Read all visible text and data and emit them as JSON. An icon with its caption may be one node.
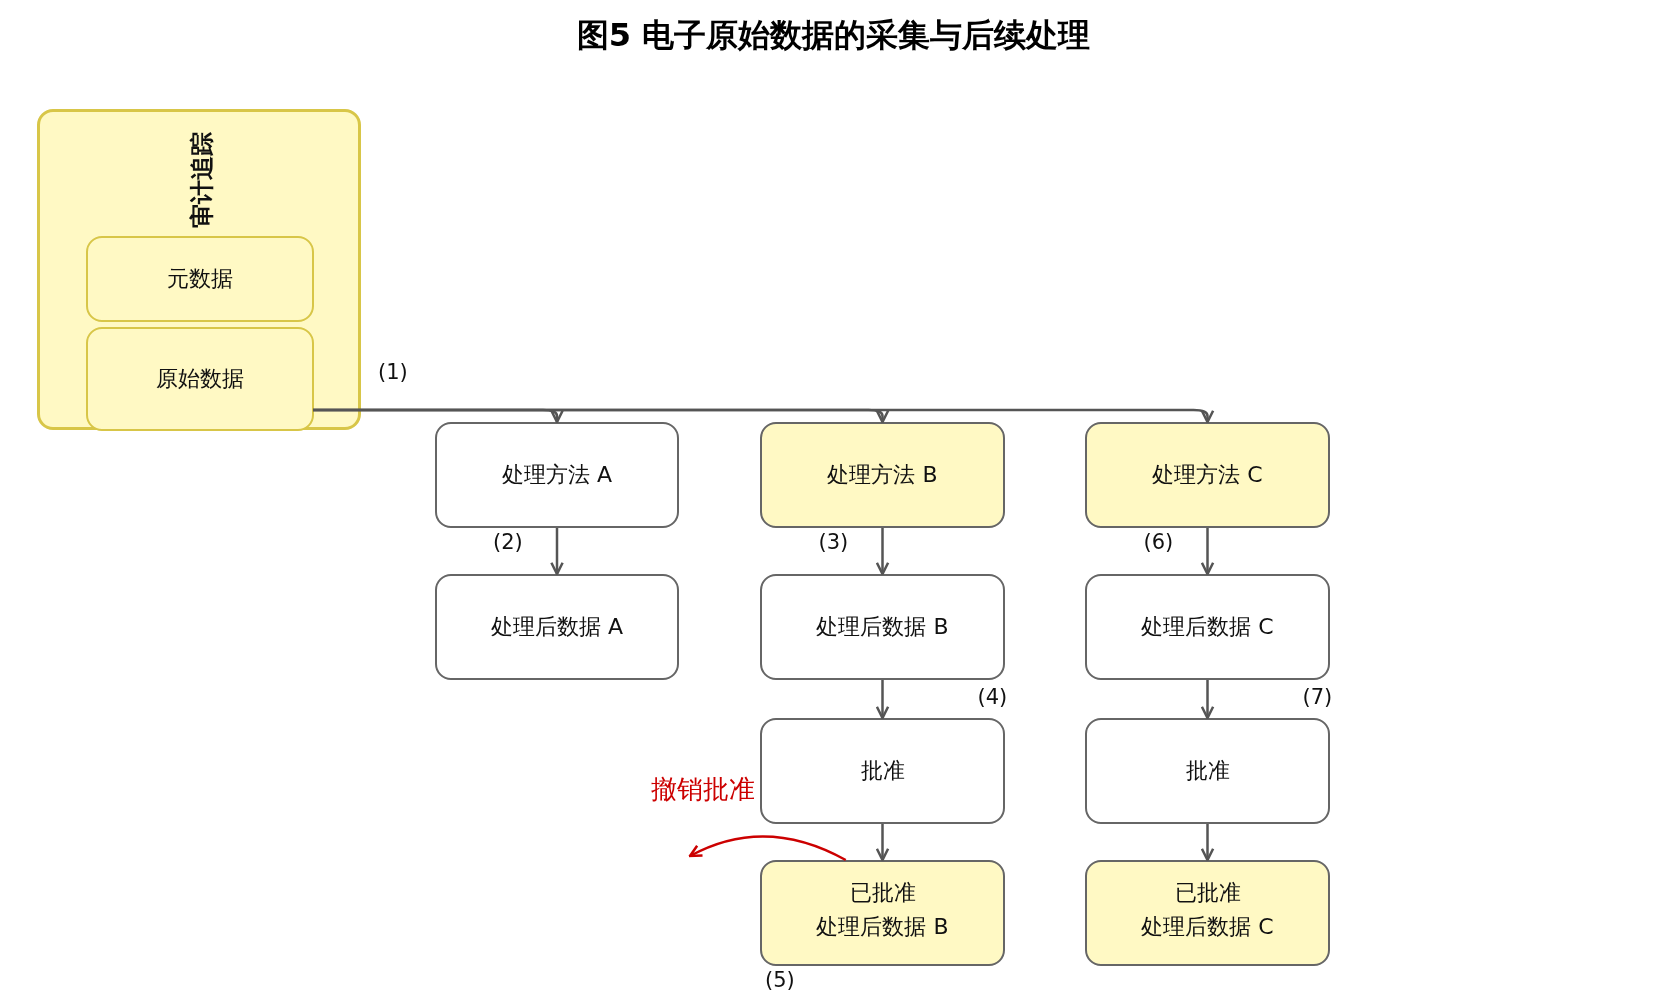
{
  "diagram": {
    "title": "图5 电子原始数据的采集与后续处理",
    "nodes": [
      {
        "text": [
          "审计追踪"
        ]
      },
      {
        "text": [
          "元数据"
        ],
        "in": 0
      },
      {
        "text": [
          "原始数据"
        ],
        "in": 0
      },
      {
        "text": [
          "处理方法 A"
        ]
      },
      {
        "text": [
          "处理方法 B"
        ]
      },
      {
        "text": [
          "处理方法 C"
        ]
      },
      {
        "text": [
          "处理后数据 A"
        ]
      },
      {
        "text": [
          "处理后数据 B"
        ]
      },
      {
        "text": [
          "处理后数据 C"
        ]
      },
      {
        "text": [
          "批准"
        ]
      },
      {
        "text": [
          "批准"
        ]
      },
      {
        "text": [
          "已批准",
          "处理后数据 B"
        ],
        "beside": [
          "(5)"
        ]
      },
      {
        "text": [
          "已批准",
          "处理后数据 C"
        ]
      }
    ],
    "edges": [
      {
        "from": 2,
        "to": 3,
        "arrow": "to",
        "label": "(1)"
      },
      {
        "from": 2,
        "to": 4,
        "arrow": "to"
      },
      {
        "from": 2,
        "to": 5,
        "arrow": "to"
      },
      {
        "from": 3,
        "to": 6,
        "arrow": "to",
        "label": "(2)"
      },
      {
        "from": 4,
        "to": 7,
        "arrow": "to",
        "label": "(3)"
      },
      {
        "from": 7,
        "to": 9,
        "arrow": "to",
        "label": "(4)"
      },
      {
        "from": 9,
        "to": 11,
        "arrow": "to"
      },
      {
        "from": 5,
        "to": 8,
        "arrow": "to",
        "label": "(6)"
      },
      {
        "from": 8,
        "to": 10,
        "arrow": "to",
        "label": "(7)"
      },
      {
        "from": 10,
        "to": 12,
        "arrow": "to"
      },
      {
        "from": 11,
        "to": null,
        "arrow": "to",
        "label": "撤销批准",
        "color": "#cc0000"
      }
    ]
  }
}
